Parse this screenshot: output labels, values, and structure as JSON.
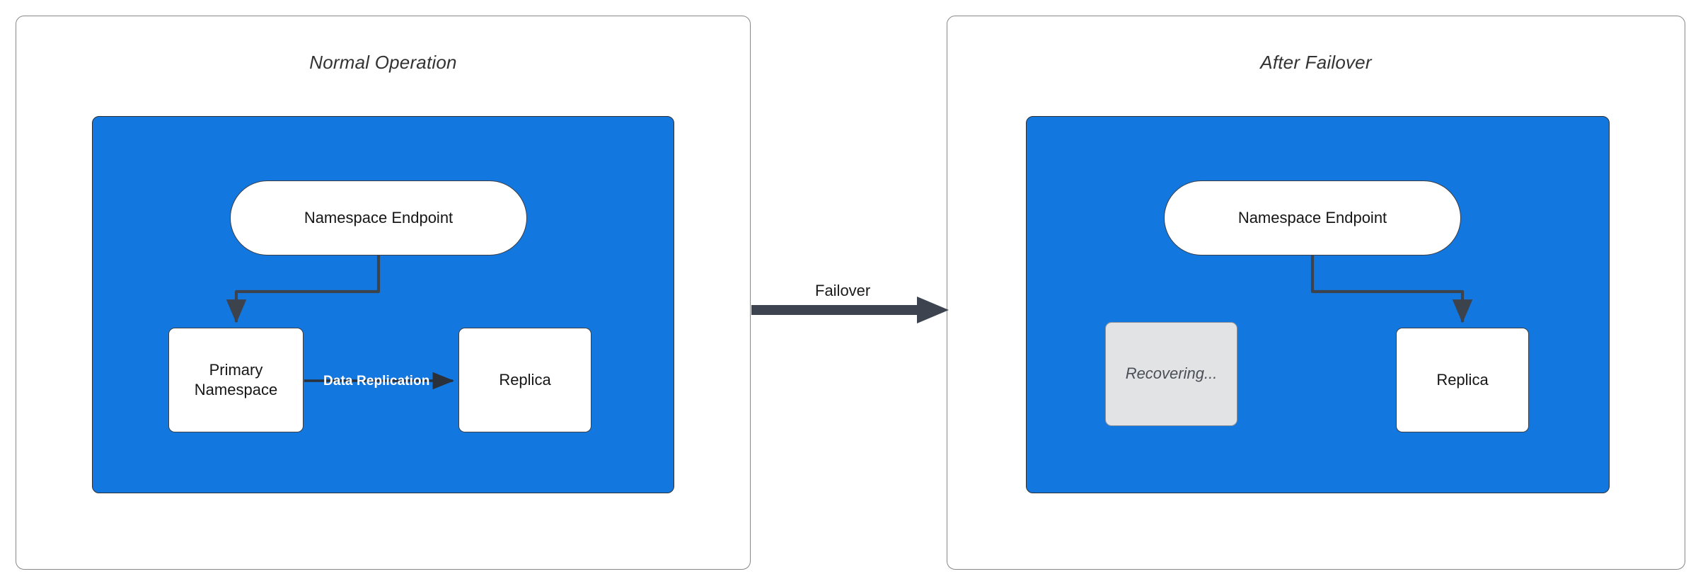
{
  "diagram": {
    "type": "failover-architecture-diagram",
    "background_color": "#ffffff",
    "accent_color": "#1377e0",
    "edge_color": "#3d434d",
    "recovering_fill": "#e2e3e5"
  },
  "panels": [
    {
      "id": "normal-operation",
      "title": "Normal Operation",
      "nodes": [
        {
          "id": "endpoint-left",
          "label": "Namespace Endpoint",
          "shape": "pill"
        },
        {
          "id": "primary",
          "label": "Primary\nNamespace",
          "label_line1": "Primary",
          "label_line2": "Namespace",
          "shape": "rect"
        },
        {
          "id": "replica-left",
          "label": "Replica",
          "shape": "rect"
        }
      ],
      "edges": [
        {
          "from": "endpoint-left",
          "to": "primary",
          "label": ""
        },
        {
          "from": "primary",
          "to": "replica-left",
          "label": "Data Replication"
        }
      ]
    },
    {
      "id": "after-failover",
      "title": "After Failover",
      "nodes": [
        {
          "id": "endpoint-right",
          "label": "Namespace Endpoint",
          "shape": "pill"
        },
        {
          "id": "recovering",
          "label": "Recovering...",
          "shape": "rect",
          "state": "disabled"
        },
        {
          "id": "replica-right",
          "label": "Replica",
          "shape": "rect"
        }
      ],
      "edges": [
        {
          "from": "endpoint-right",
          "to": "replica-right",
          "label": ""
        }
      ]
    }
  ],
  "transition": {
    "label": "Failover",
    "from_panel": "normal-operation",
    "to_panel": "after-failover"
  }
}
